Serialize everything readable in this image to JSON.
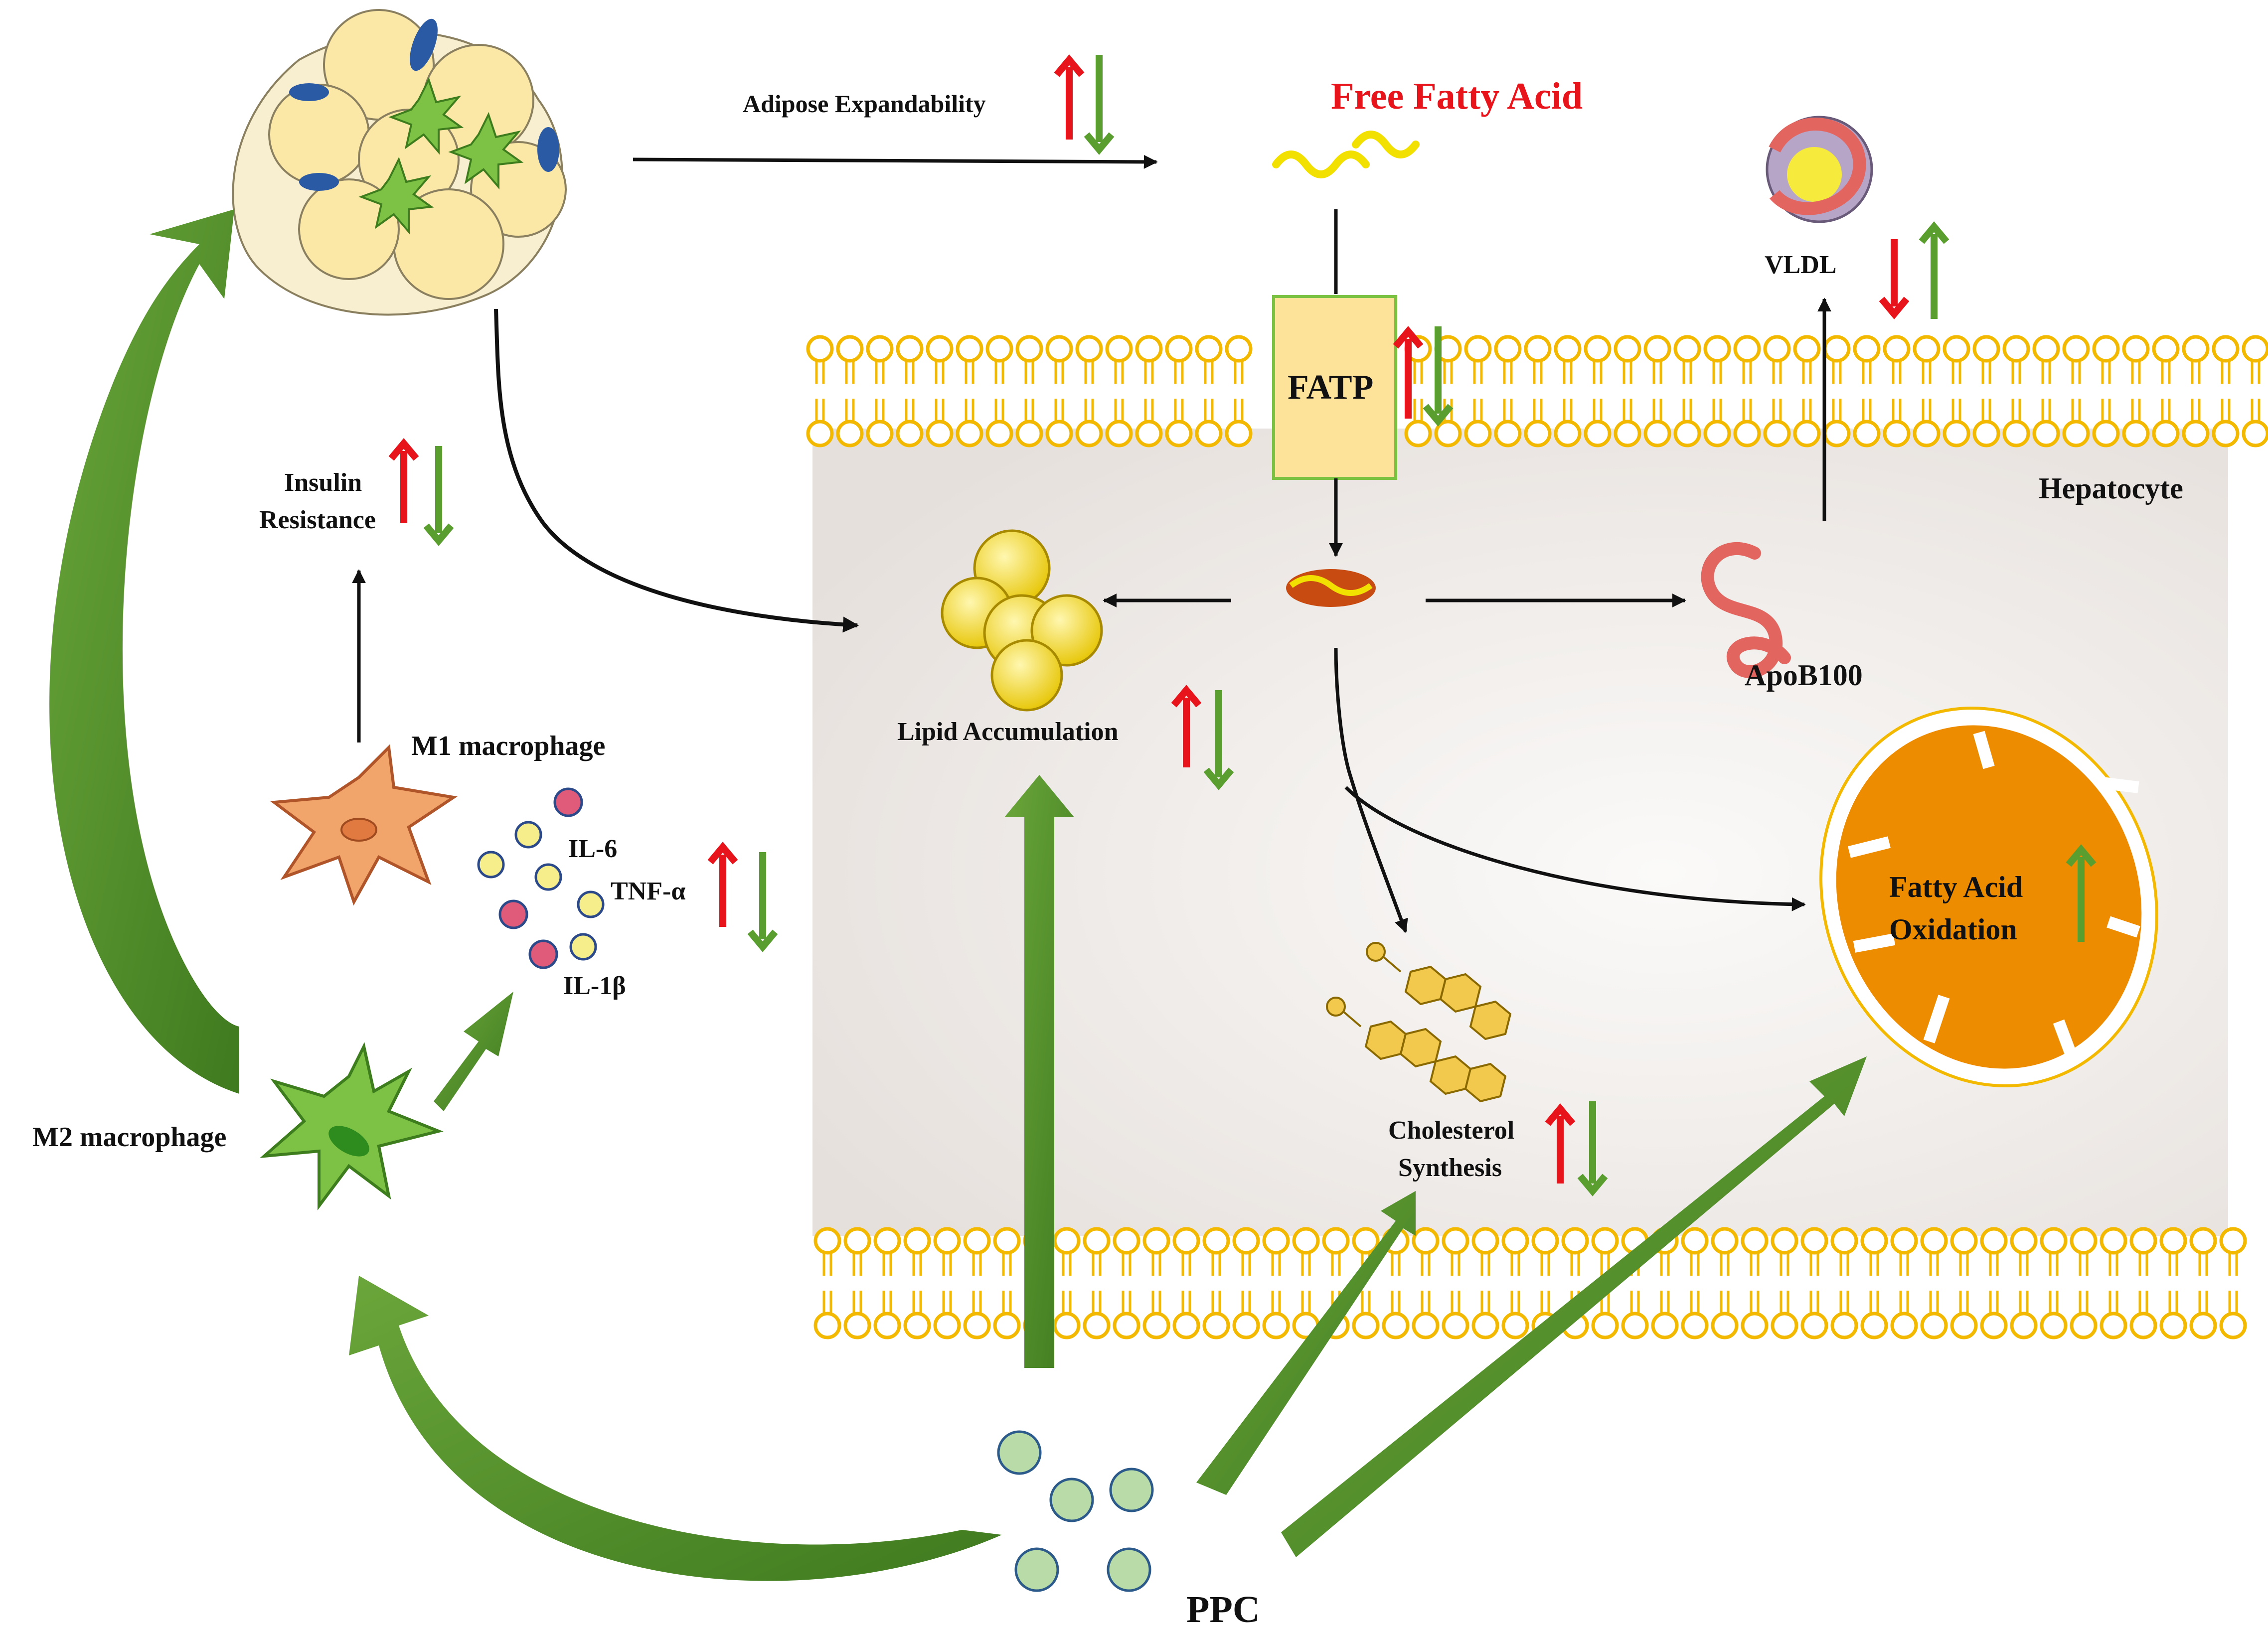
{
  "labels": {
    "adipose_expandability": "Adipose Expandability",
    "free_fatty_acid": "Free Fatty Acid",
    "vldl": "VLDL",
    "fatp": "FATP",
    "hepatocyte": "Hepatocyte",
    "insulin": "Insulin",
    "resistance": "Resistance",
    "lipid_accumulation": "Lipid Accumulation",
    "apob100": "ApoB100",
    "m1_macrophage": "M1 macrophage",
    "il6": "IL-6",
    "tnf": "TNF-α",
    "il1b": "IL-1β",
    "fatty_acid": "Fatty Acid",
    "oxidation": "Oxidation",
    "m2_macrophage": "M2 macrophage",
    "cholesterol": "Cholesterol",
    "synthesis": "Synthesis",
    "ppc": "PPC"
  },
  "colors": {
    "up_arrow": "#e8141b",
    "down_arrow": "#5a9e2f",
    "ppc_arrow": "#4e8a2a",
    "membrane": "#f2b900",
    "cell_interior": "#e9e4e1",
    "mitochondrion": "#ee8c00",
    "fat_droplet": "#f2e06a",
    "free_fatty_acid_label": "#e8141b"
  },
  "icons": {
    "adipose_tissue": "adipocyte-cluster-icon",
    "free_fatty_acid": "fatty-acid-chain-icon",
    "vldl": "vldl-particle-icon",
    "transporter": "fatp-transporter-icon",
    "lipid": "lipid-droplet-icon",
    "apob100": "apob100-protein-icon",
    "m1": "m1-macrophage-icon",
    "m2": "m2-macrophage-icon",
    "cytokines": "cytokine-dots-icon",
    "cholesterol": "steroid-ring-icon",
    "mitochondrion": "mitochondrion-icon",
    "ppc": "ppc-particles-icon"
  }
}
